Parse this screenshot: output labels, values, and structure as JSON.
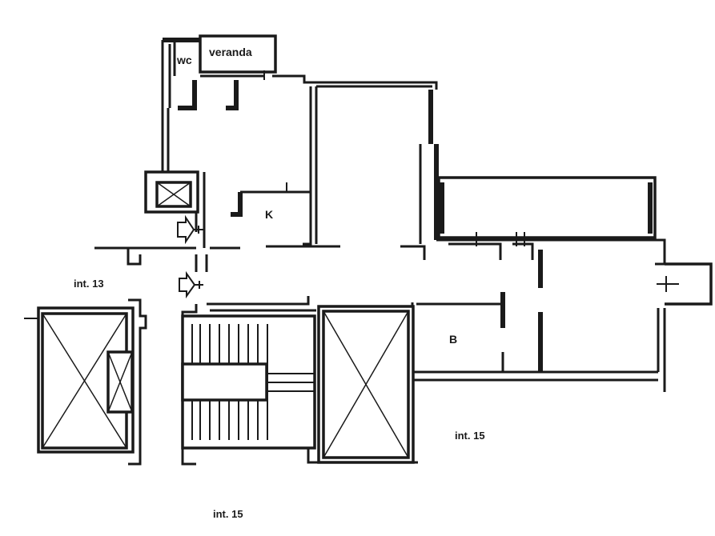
{
  "rooms": {
    "wc": "wc",
    "veranda": "veranda",
    "k": "K",
    "b": "B"
  },
  "units": {
    "int13": "int. 13",
    "int15_bottom": "int. 15",
    "int15_right": "int. 15"
  },
  "icons": {
    "entrance_arrow": "entrance-arrow-icon",
    "shaft": "elevator-shaft-icon"
  }
}
